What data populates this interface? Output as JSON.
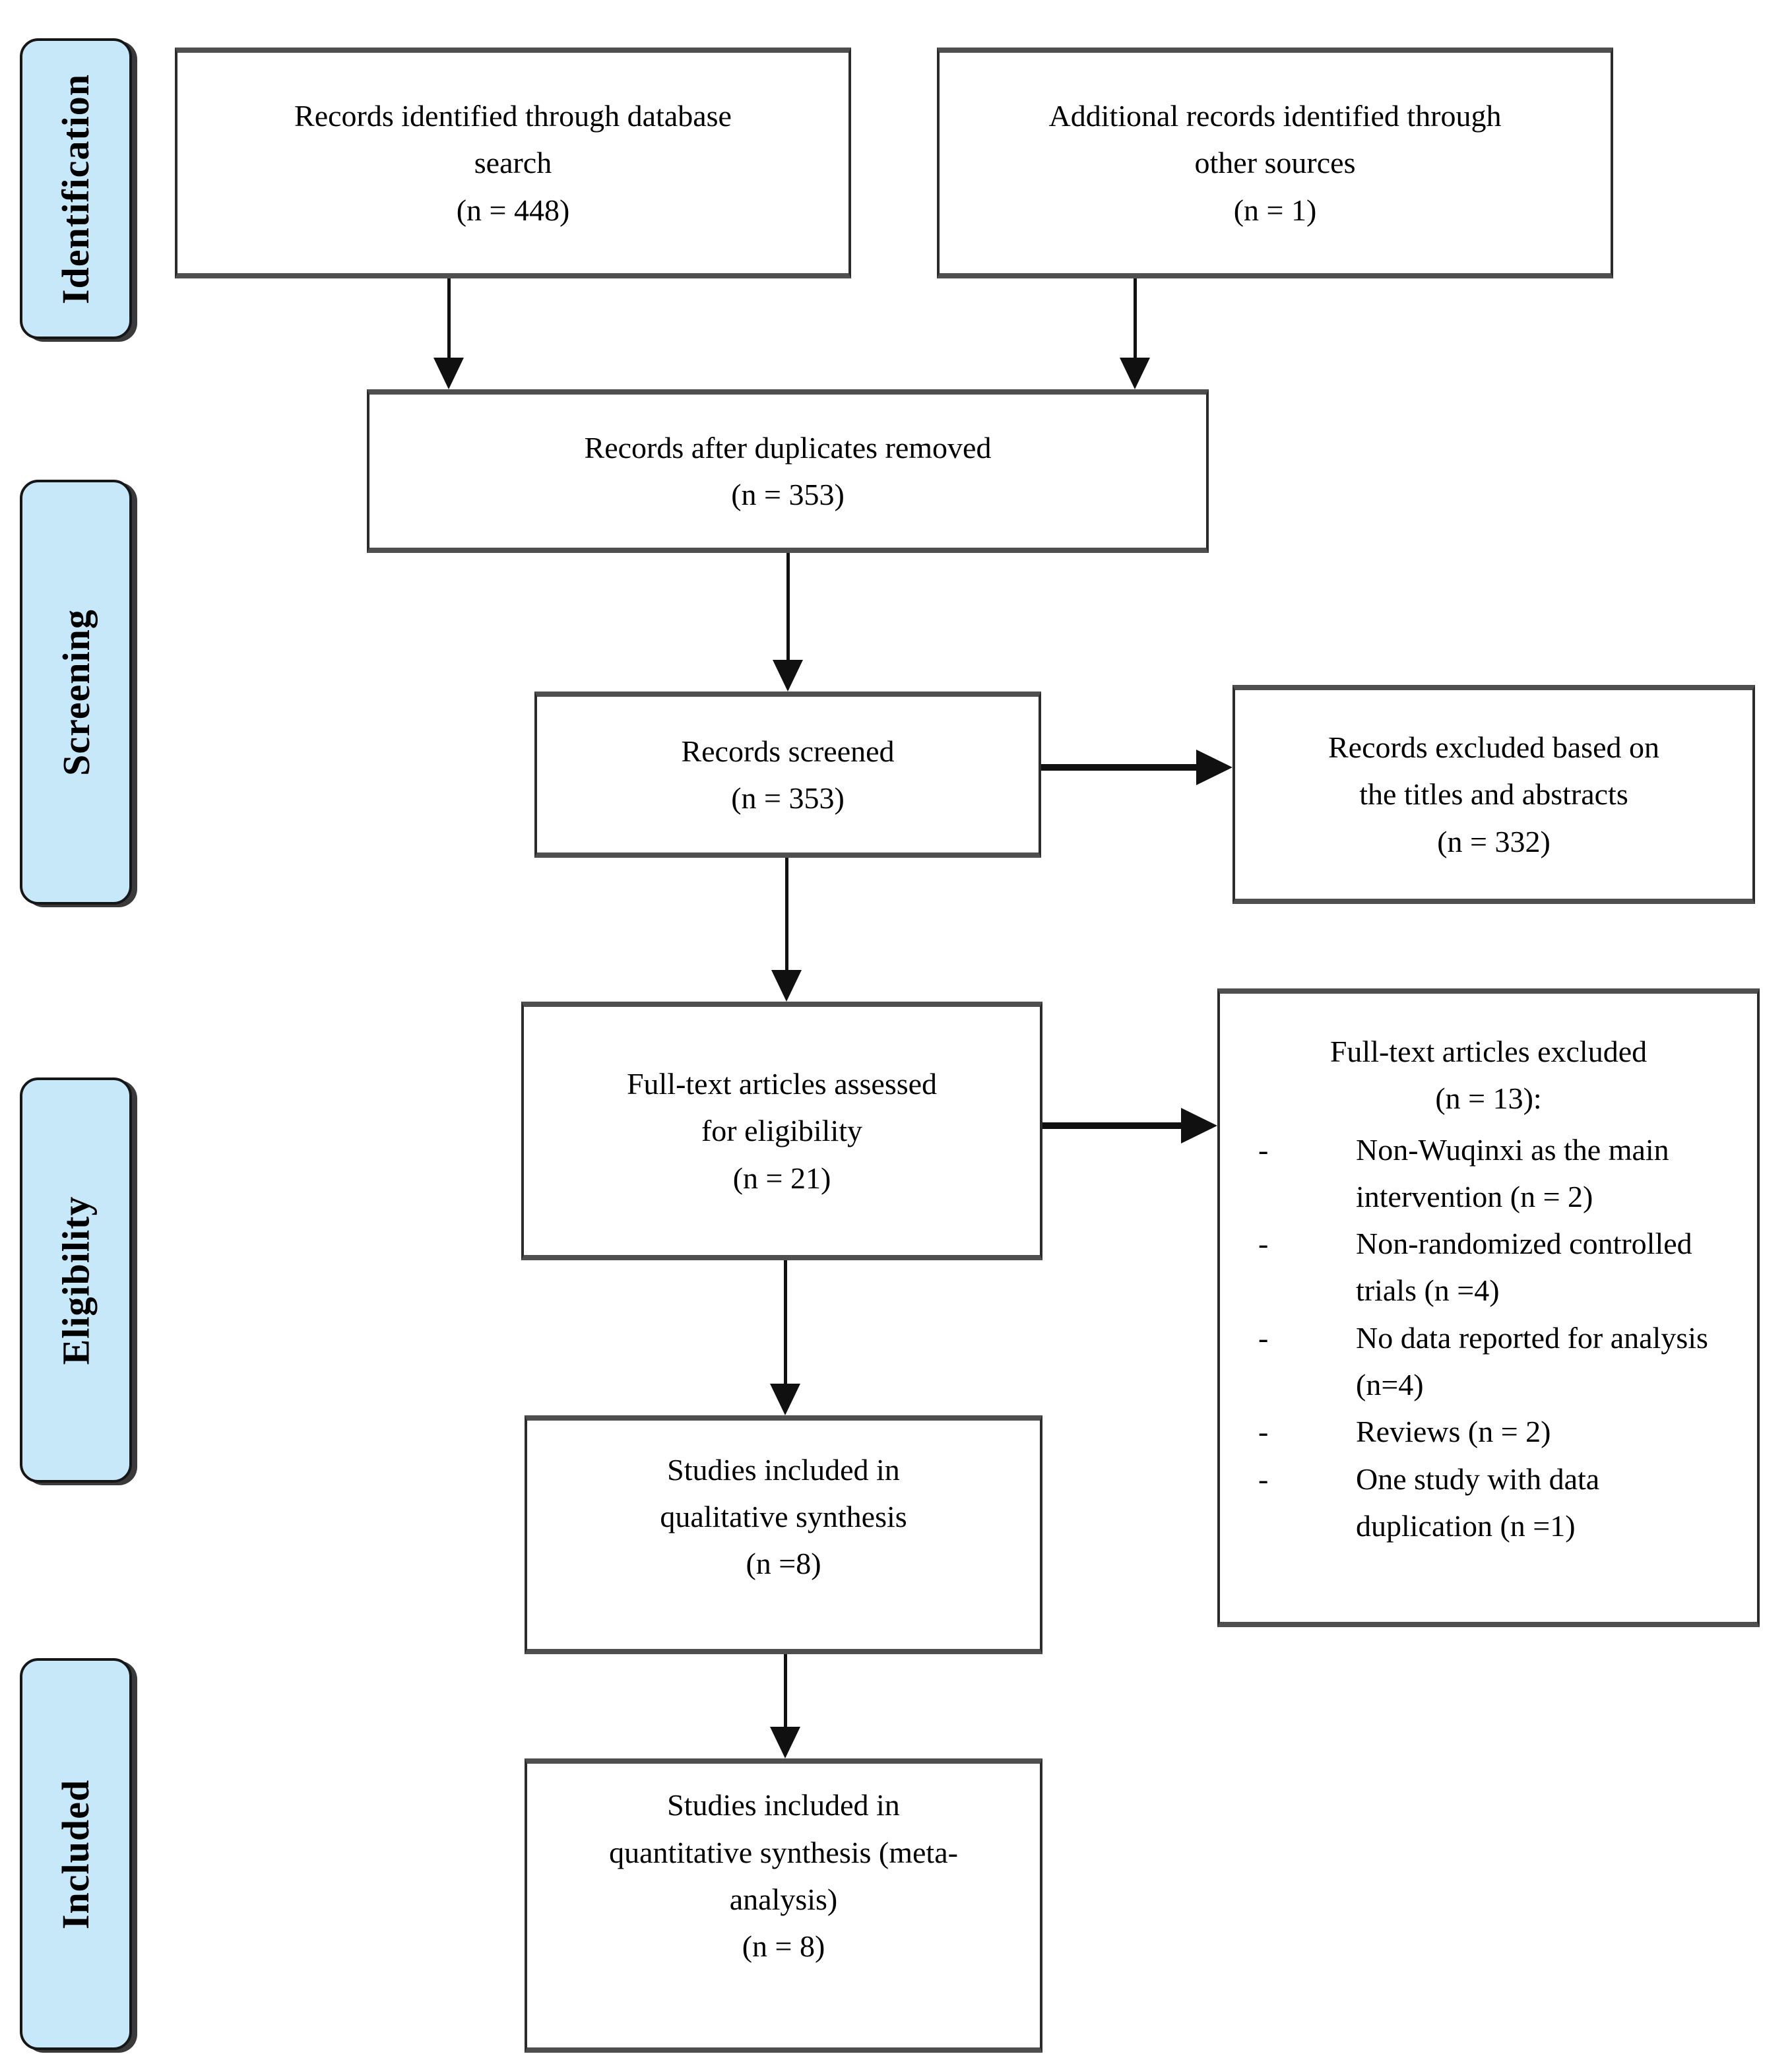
{
  "stages": [
    {
      "label": "Identification"
    },
    {
      "label": "Screening"
    },
    {
      "label": "Eligibility"
    },
    {
      "label": "Included"
    }
  ],
  "boxes": {
    "records_identified": {
      "lines": [
        "Records identified through database",
        "search",
        "(n = 448)"
      ]
    },
    "additional_records": {
      "lines": [
        "Additional records identified through",
        "other sources",
        "(n = 1)"
      ]
    },
    "duplicates_removed": {
      "lines": [
        "Records after duplicates removed",
        "(n = 353)"
      ]
    },
    "records_screened": {
      "lines": [
        "Records screened",
        "(n = 353)"
      ]
    },
    "records_excluded": {
      "lines": [
        "Records excluded based on",
        "the titles and abstracts",
        "(n = 332)"
      ]
    },
    "fulltext_assessed": {
      "lines": [
        "Full-text articles assessed",
        "for eligibility",
        "(n = 21)"
      ]
    },
    "fulltext_excluded": {
      "title": "Full-text articles excluded",
      "count": "(n = 13):",
      "bullet": "-",
      "reasons": [
        "Non-Wuqinxi as the main intervention (n = 2)",
        "Non-randomized controlled trials (n =4)",
        "No data reported for analysis (n=4)",
        "Reviews (n = 2)",
        "One study with data duplication (n =1)"
      ]
    },
    "qualitative_synthesis": {
      "lines": [
        "Studies included in",
        "qualitative synthesis",
        "(n =8)"
      ]
    },
    "quantitative_synthesis": {
      "lines": [
        "Studies included in",
        "quantitative synthesis (meta-",
        "analysis)",
        "(n = 8)"
      ]
    }
  },
  "colors": {
    "stage_fill": "#c7e8f9",
    "stage_border": "#161616",
    "box_border": "#2b2b2b",
    "arrow": "#101010",
    "background": "#ffffff"
  }
}
